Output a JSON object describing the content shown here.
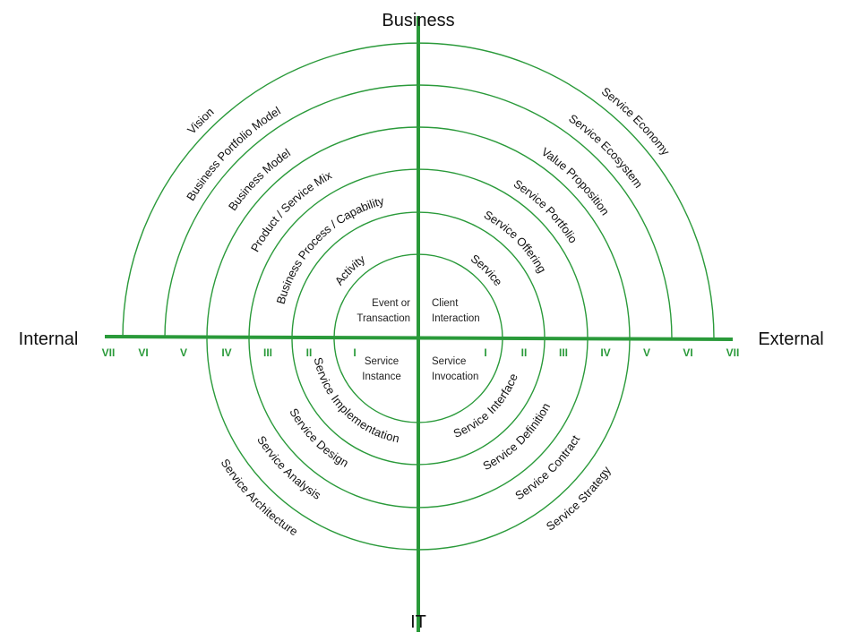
{
  "axes": {
    "top": "Business",
    "bottom": "IT",
    "left": "Internal",
    "right": "External"
  },
  "rings": [
    "I",
    "II",
    "III",
    "IV",
    "V",
    "VI",
    "VII"
  ],
  "quadrant_center": {
    "top_left": [
      "Event or",
      "Transaction"
    ],
    "top_right": [
      "Client",
      "Interaction"
    ],
    "bottom_left": [
      "Service",
      "Instance"
    ],
    "bottom_right": [
      "Service",
      "Invocation"
    ]
  },
  "arc_labels": {
    "top_left": [
      "Activity",
      "Business Process / Capability",
      "Product / Service Mix",
      "Business Model",
      "Business Portfolio Model",
      "Vision"
    ],
    "top_right": [
      "Service",
      "Service Offering",
      "Service Portfolio",
      "Value Proposition",
      "Service Ecosystem",
      "Service Economy"
    ],
    "bottom_left": [
      "Service Implementation",
      "Service Design",
      "Service Analysis",
      "Service Architecture"
    ],
    "bottom_right": [
      "Service Interface",
      "Service Definition",
      "Service Contract",
      "Service Strategy"
    ]
  },
  "colors": {
    "line": "#2a9a3a"
  }
}
